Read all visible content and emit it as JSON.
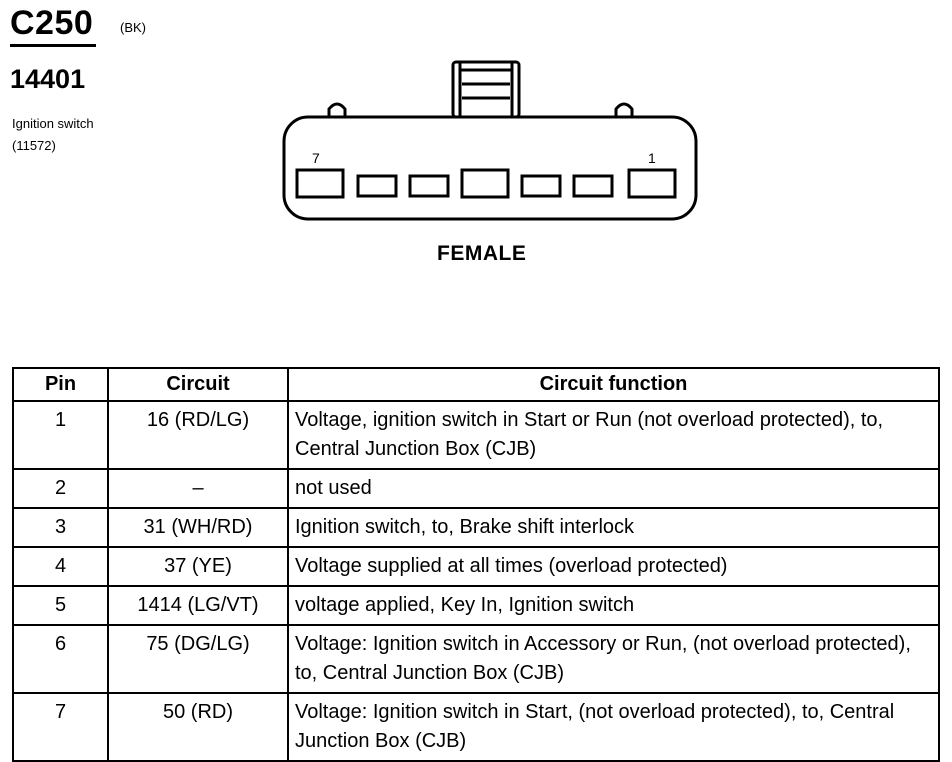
{
  "connector": {
    "id": "C250",
    "color": "(BK)",
    "part_number": "14401",
    "component_name": "Ignition switch",
    "component_code": "(11572)",
    "pin_label_left": "7",
    "pin_label_right": "1",
    "gender": "FEMALE"
  },
  "table": {
    "headers": {
      "pin": "Pin",
      "circuit": "Circuit",
      "function": "Circuit function"
    },
    "rows": [
      {
        "pin": "1",
        "circuit": "16 (RD/LG)",
        "function": "Voltage, ignition switch in Start or Run (not overload protected), to, Central Junction Box (CJB)"
      },
      {
        "pin": "2",
        "circuit": "–",
        "function": "not used"
      },
      {
        "pin": "3",
        "circuit": "31 (WH/RD)",
        "function": "Ignition switch, to, Brake shift interlock"
      },
      {
        "pin": "4",
        "circuit": "37 (YE)",
        "function": "Voltage supplied at all times (overload protected)"
      },
      {
        "pin": "5",
        "circuit": "1414 (LG/VT)",
        "function": "voltage applied, Key In, Ignition switch"
      },
      {
        "pin": "6",
        "circuit": "75 (DG/LG)",
        "function": "Voltage: Ignition switch in Accessory or Run, (not overload protected), to, Central Junction Box (CJB)"
      },
      {
        "pin": "7",
        "circuit": "50 (RD)",
        "function": "Voltage: Ignition switch in Start, (not overload protected), to, Central Junction Box (CJB)"
      }
    ]
  }
}
